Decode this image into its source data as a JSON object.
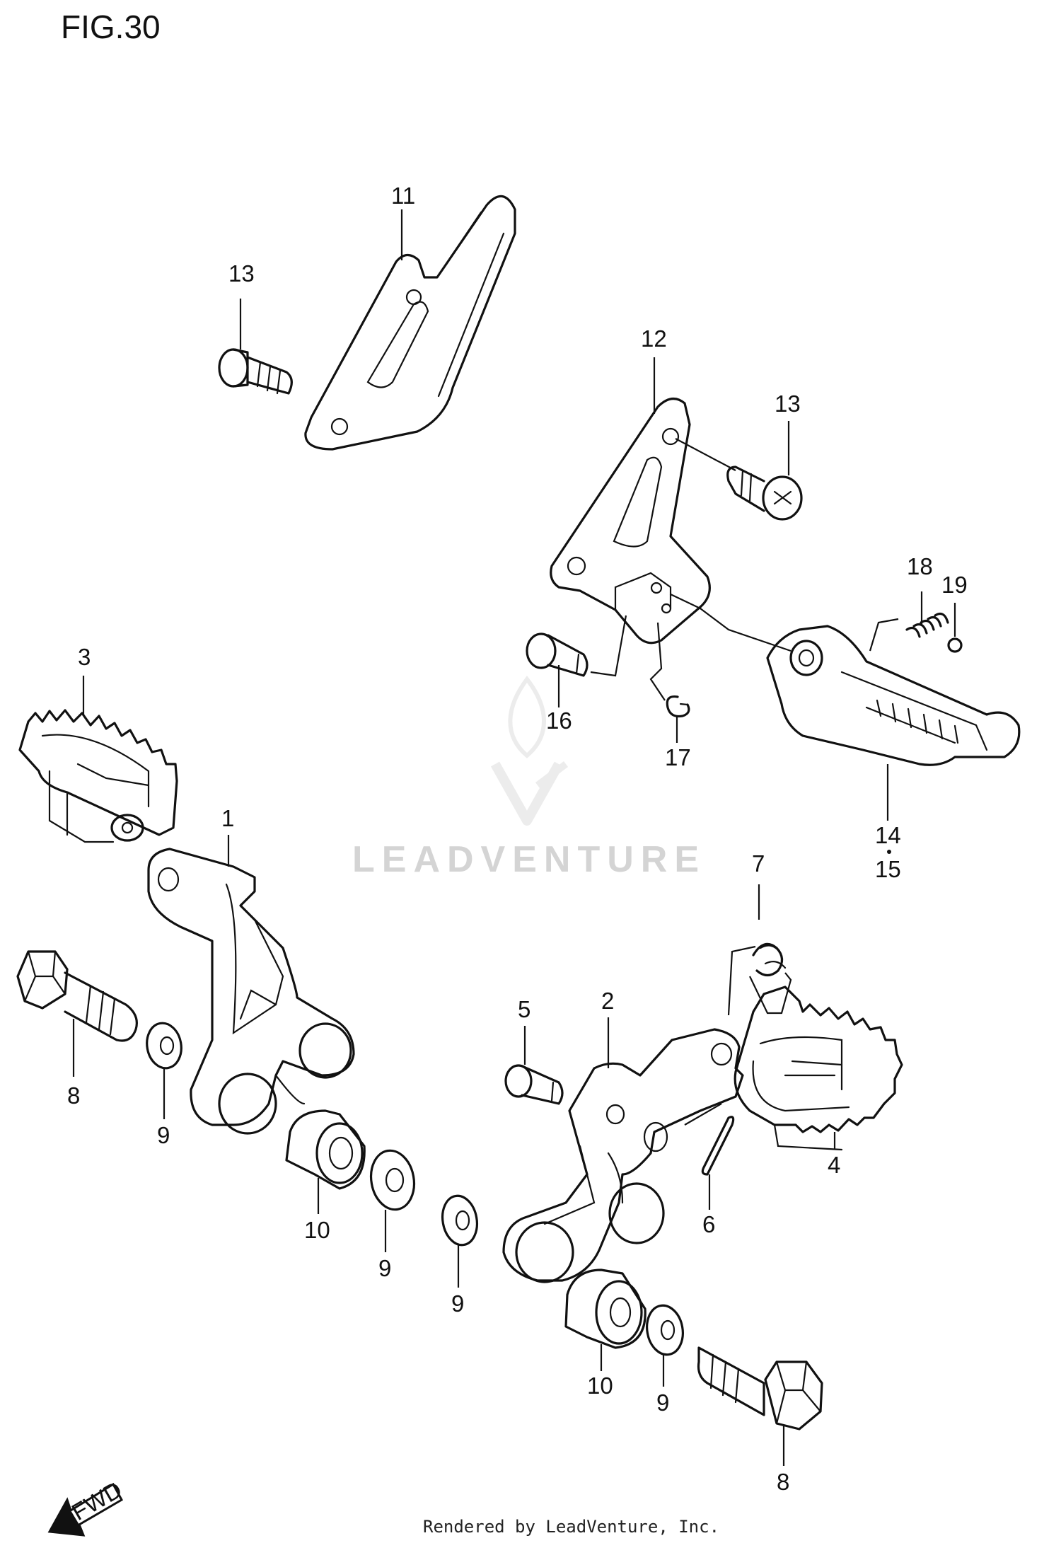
{
  "figure_title": "FIG.30",
  "watermark": "LEADVENTURE",
  "footer": "Rendered by LeadVenture, Inc.",
  "direction_badge": "FWD",
  "callouts": {
    "c1": "1",
    "c2": "2",
    "c3": "3",
    "c4": "4",
    "c5": "5",
    "c6": "6",
    "c7": "7",
    "c8_left": "8",
    "c8_right": "8",
    "c9_left_a": "9",
    "c9_left_b": "9",
    "c9_right_a": "9",
    "c9_right_b": "9",
    "c10_left": "10",
    "c10_right": "10",
    "c11": "11",
    "c12": "12",
    "c13_top": "13",
    "c13_right": "13",
    "c14": "14",
    "c15": "15",
    "c16": "16",
    "c17": "17",
    "c18": "18",
    "c19": "19"
  }
}
